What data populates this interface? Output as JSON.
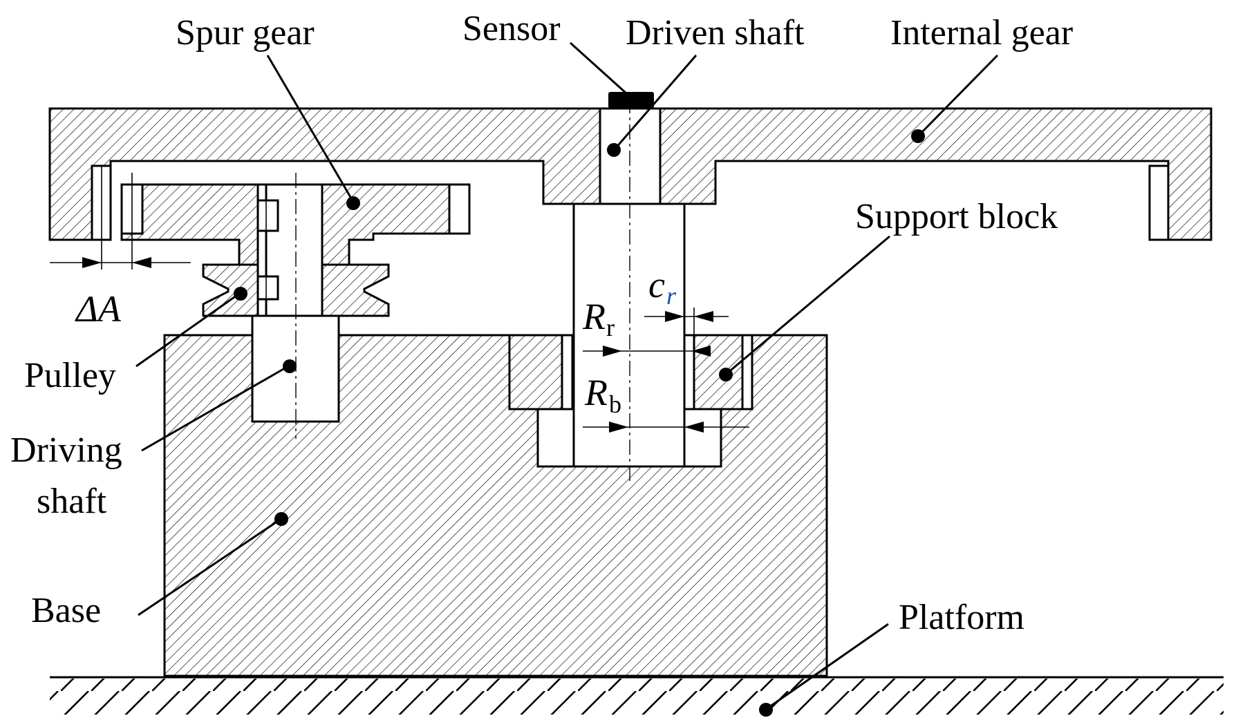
{
  "labels": {
    "spur_gear": "Spur gear",
    "sensor": "Sensor",
    "driven_shaft": "Driven shaft",
    "internal_gear": "Internal gear",
    "support_block": "Support block",
    "pulley": "Pulley",
    "driving_shaft_line1": "Driving",
    "driving_shaft_line2": "shaft",
    "base": "Base",
    "platform": "Platform"
  },
  "symbols": {
    "delta_a": "ΔA",
    "r_main": "R",
    "r_sub": "r",
    "rb_main": "R",
    "rb_sub": "b",
    "cr_main": "c",
    "cr_sub": "r"
  }
}
